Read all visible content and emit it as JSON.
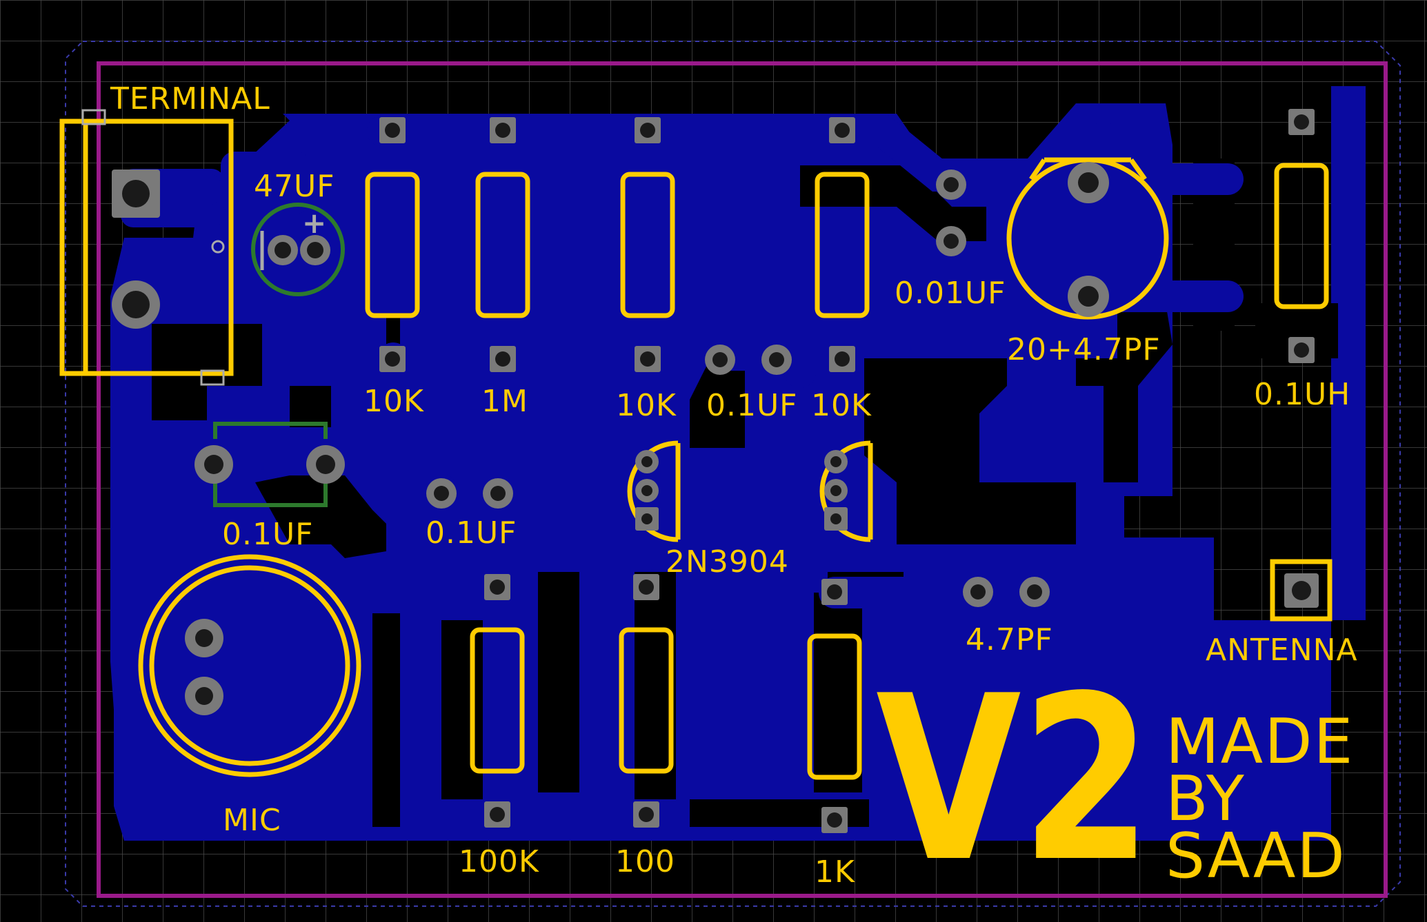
{
  "colors": {
    "background": "#000000",
    "grid": "#4a4a4a",
    "copper": "#0a0aa0",
    "silkscreen": "#ffcc00",
    "outline": "#9a1a8a",
    "component_green": "#2d7a2d",
    "pad": "#7a7a7a"
  },
  "labels": {
    "terminal": "TERMINAL",
    "cap_47uf": "47UF",
    "cap_01uf_left": "0.1UF",
    "cap_01uf_mid": "0.1UF",
    "cap_01uf_right": "0.1UF",
    "cap_001uf": "0.01UF",
    "trimmer": "20+4.7PF",
    "inductor": "0.1UH",
    "r_10k_1": "10K",
    "r_1m": "1M",
    "r_10k_2": "10K",
    "r_10k_3": "10K",
    "transistor": "2N3904",
    "mic": "MIC",
    "r_100k": "100K",
    "r_100": "100",
    "r_1k": "1K",
    "cap_47pf": "4.7PF",
    "antenna": "ANTENNA",
    "version": "V2",
    "made": "MADE",
    "by": "BY",
    "author": "SAAD"
  },
  "icons": {
    "polarity_plus": "+"
  }
}
